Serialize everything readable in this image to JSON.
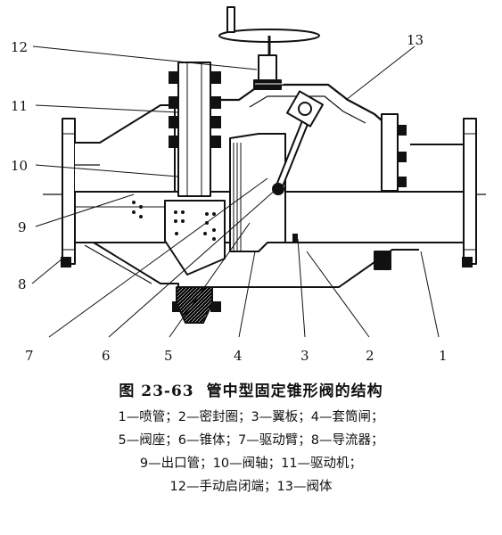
{
  "callouts": [
    "1",
    "2",
    "3",
    "4",
    "5",
    "6",
    "7",
    "8",
    "9",
    "10",
    "11",
    "12",
    "13"
  ],
  "caption": {
    "figure_no": "图 23-63",
    "title": "管中型固定锥形阀的结构",
    "lines": [
      "1—喷管；2—密封圈；3—翼板；4—套筒闸；",
      "5—阀座；6—锥体；7—驱动臂；8—导流器；",
      "9—出口管；10—阀轴；11—驱动机；",
      "12—手动启闭端；13—阀体"
    ]
  }
}
